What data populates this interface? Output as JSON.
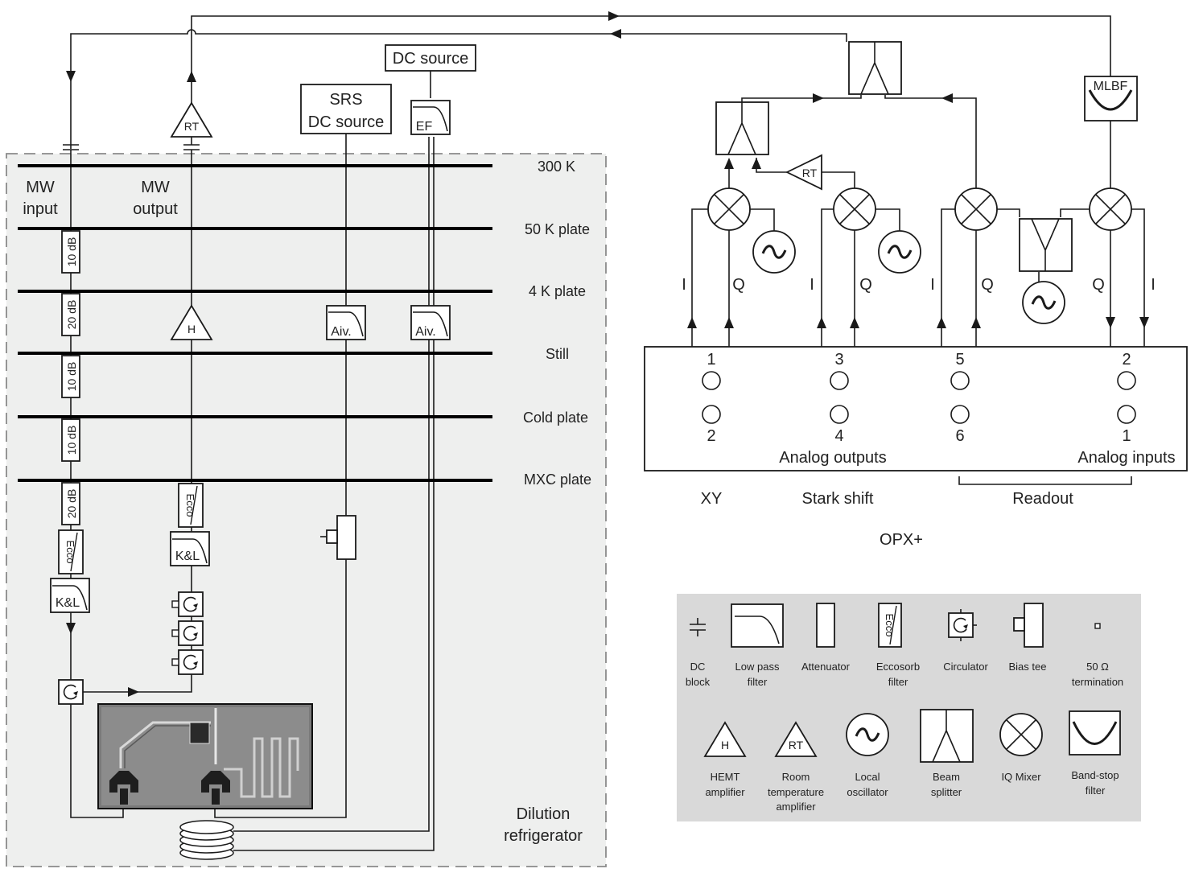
{
  "plates": [
    "300 K",
    "50 K plate",
    "4 K plate",
    "Still",
    "Cold plate",
    "MXC plate"
  ],
  "labels": {
    "mw_input": [
      "MW",
      "input"
    ],
    "mw_output": [
      "MW",
      "output"
    ],
    "dilution": [
      "Dilution",
      "refrigerator"
    ],
    "srs_dc_source": [
      "SRS",
      "DC source"
    ],
    "dc_source": "DC source"
  },
  "attenuators": [
    "10 dB",
    "20 dB",
    "10 dB",
    "10 dB",
    "20 dB"
  ],
  "component_text": {
    "rt": "RT",
    "hemt": "H",
    "ecco": "Ecco",
    "kl": "K&L",
    "aiv": "Aiv.",
    "ef": "EF",
    "mlbf": "MLBF"
  },
  "opx": {
    "outputs_label": "Analog outputs",
    "inputs_label": "Analog inputs",
    "port_numbers": [
      "1",
      "2",
      "3",
      "4",
      "5",
      "6",
      "2",
      "1"
    ],
    "iq_labels": [
      "I",
      "Q",
      "I",
      "Q",
      "I",
      "Q",
      "Q",
      "I"
    ],
    "groups": [
      "XY",
      "Stark shift",
      "Readout"
    ],
    "title": "OPX+"
  },
  "legend": {
    "items": [
      {
        "icon": "dc-block",
        "label": [
          "DC",
          "block"
        ]
      },
      {
        "icon": "low-pass-filter",
        "label": [
          "Low pass",
          "filter"
        ]
      },
      {
        "icon": "attenuator",
        "label": [
          "Attenuator"
        ]
      },
      {
        "icon": "eccosorb-filter",
        "label": [
          "Eccosorb",
          "filter"
        ],
        "glyph": "Ecco"
      },
      {
        "icon": "circulator",
        "label": [
          "Circulator"
        ]
      },
      {
        "icon": "bias-tee",
        "label": [
          "Bias tee"
        ]
      },
      {
        "icon": "termination",
        "label": [
          "50 Ω",
          "termination"
        ]
      },
      {
        "icon": "hemt-amplifier",
        "label": [
          "HEMT",
          "amplifier"
        ],
        "glyph": "H"
      },
      {
        "icon": "rt-amplifier",
        "label": [
          "Room",
          "temperature",
          "amplifier"
        ],
        "glyph": "RT"
      },
      {
        "icon": "local-oscillator",
        "label": [
          "Local",
          "oscillator"
        ]
      },
      {
        "icon": "beam-splitter",
        "label": [
          "Beam",
          "splitter"
        ]
      },
      {
        "icon": "iq-mixer",
        "label": [
          "IQ Mixer"
        ]
      },
      {
        "icon": "band-stop-filter",
        "label": [
          "Band-stop",
          "filter"
        ]
      }
    ]
  }
}
